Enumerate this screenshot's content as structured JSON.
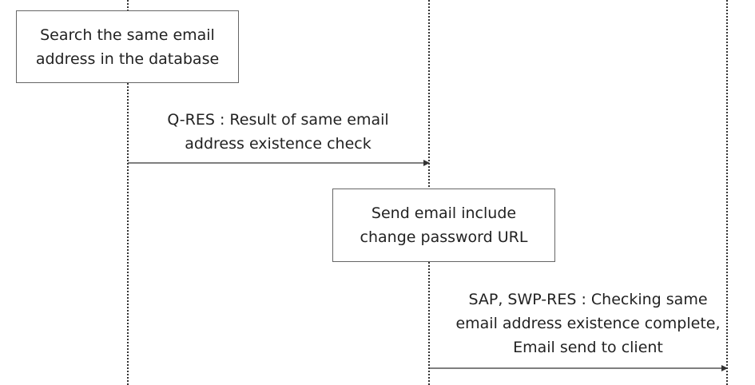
{
  "diagram": {
    "type": "sequence",
    "boxes": {
      "search": "Search the same email\naddress in the database",
      "send": "Send email include\nchange password URL"
    },
    "messages": {
      "qres": "Q-RES : Result of same email\naddress existence check",
      "sap": "SAP, SWP-RES : Checking same\nemail address existence complete,\nEmail send to client"
    },
    "colors": {
      "line": "#333333",
      "box_border": "#666666",
      "text": "#222222"
    }
  }
}
